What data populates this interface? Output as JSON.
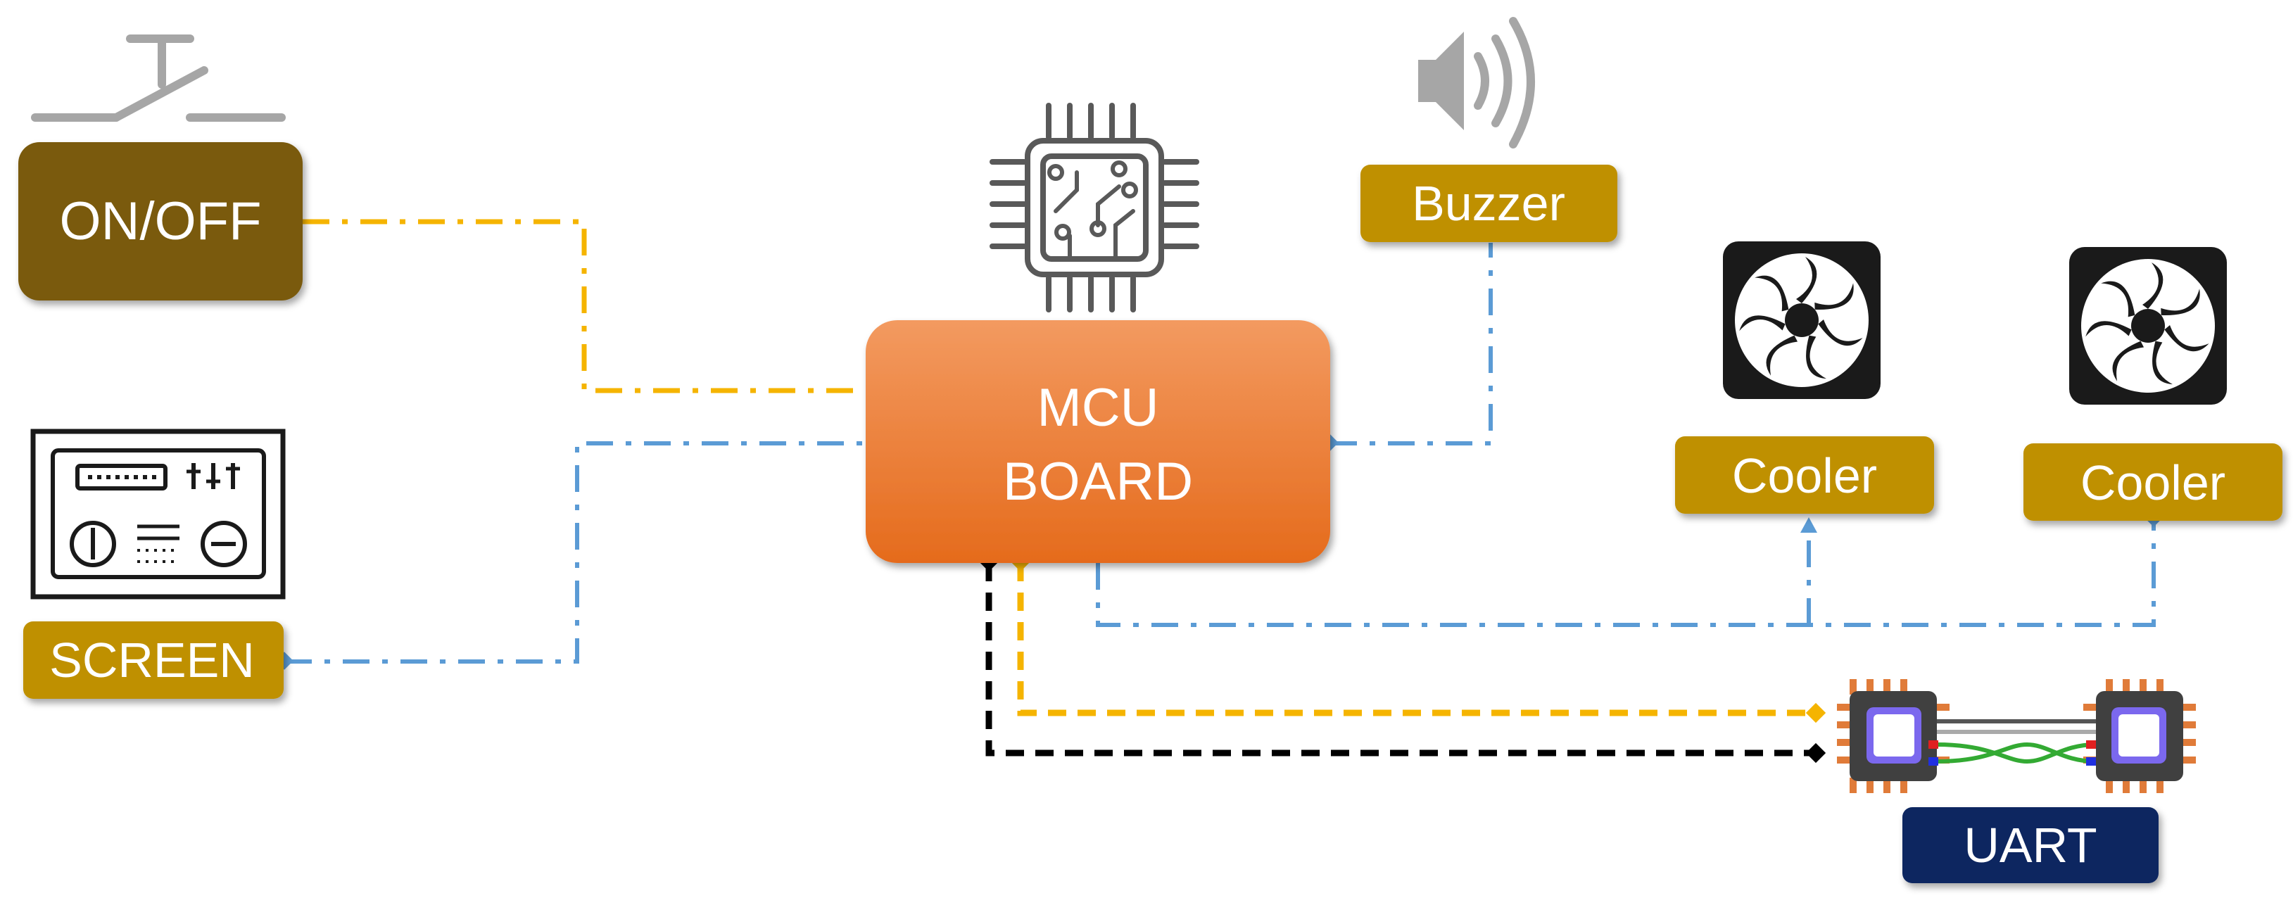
{
  "blocks": {
    "onoff": "ON/OFF",
    "mcu_line1": "MCU",
    "mcu_line2": "BOARD",
    "buzzer": "Buzzer",
    "screen": "SCREEN",
    "cooler1": "Cooler",
    "cooler2": "Cooler",
    "uart": "UART"
  },
  "colors": {
    "onoff_fill": "#7a5a10",
    "label_fill": "#bf9000",
    "mcu_top": "#f29a5e",
    "mcu_bottom": "#e8701f",
    "uart_fill": "#0d2560",
    "line_yellow": "#f5b400",
    "line_blue": "#5b9bd5",
    "line_black": "#000000",
    "icon_gray": "#595959",
    "icon_light": "#bfbfbf"
  },
  "icons": {
    "switch": "push-switch-icon",
    "chip": "microchip-icon",
    "speaker": "speaker-icon",
    "fan": "fan-icon",
    "panel": "control-panel-icon",
    "uart": "uart-chips-icon"
  }
}
